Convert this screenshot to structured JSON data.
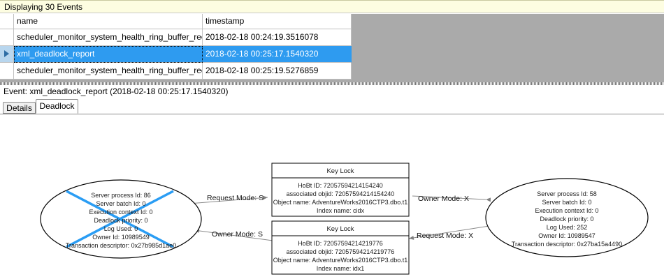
{
  "banner": {
    "text": "Displaying 30 Events"
  },
  "grid": {
    "columns": [
      "",
      "name",
      "timestamp"
    ],
    "rows": [
      {
        "selected": false,
        "marker": "",
        "name": "scheduler_monitor_system_health_ring_buffer_recorded",
        "timestamp": "2018-02-18 00:24:19.3516078"
      },
      {
        "selected": true,
        "marker": "row-selector-arrow",
        "name": "xml_deadlock_report",
        "timestamp": "2018-02-18 00:25:17.1540320"
      },
      {
        "selected": false,
        "marker": "",
        "name": "scheduler_monitor_system_health_ring_buffer_recorded",
        "timestamp": "2018-02-18 00:25:19.5276859"
      }
    ]
  },
  "event_header": {
    "text": "Event: xml_deadlock_report (2018-02-18 00:25:17.1540320)"
  },
  "tabs": [
    {
      "label": "Details",
      "active": false
    },
    {
      "label": "Deadlock",
      "active": true
    }
  ],
  "deadlock": {
    "victim_marker_color": "#2a9df4",
    "processes": [
      {
        "id": "process-left",
        "victim": true,
        "lines": [
          "Server process Id: 86",
          "Server batch Id: 0",
          "Execution context Id: 0",
          "Deadlock priority: 0",
          "Log Used: 0",
          "Owner Id: 10989549",
          "Transaction descriptor: 0x27b985d1ae0"
        ]
      },
      {
        "id": "process-right",
        "victim": false,
        "lines": [
          "Server process Id: 58",
          "Server batch Id: 0",
          "Execution context Id: 0",
          "Deadlock priority: 0",
          "Log Used: 252",
          "Owner Id: 10989547",
          "Transaction descriptor: 0x27ba15a4490"
        ]
      }
    ],
    "resources": [
      {
        "id": "keylock-top",
        "title": "Key Lock",
        "lines": [
          "HoBt ID: 72057594214154240",
          "associated objid: 72057594214154240",
          "Object name: AdventureWorks2016CTP3.dbo.t1",
          "Index name: cidx"
        ]
      },
      {
        "id": "keylock-bottom",
        "title": "Key Lock",
        "lines": [
          "HoBt ID: 72057594214219776",
          "associated objid: 72057594214219776",
          "Object name: AdventureWorks2016CTP3.dbo.t1",
          "Index name: idx1"
        ]
      }
    ],
    "edges": [
      {
        "id": "edge-left-request",
        "label": "Request Mode: S"
      },
      {
        "id": "edge-right-owner",
        "label": "Owner Mode: X"
      },
      {
        "id": "edge-left-owner",
        "label": "Owner Mode: S"
      },
      {
        "id": "edge-right-request",
        "label": "Request Mode: X"
      }
    ]
  }
}
